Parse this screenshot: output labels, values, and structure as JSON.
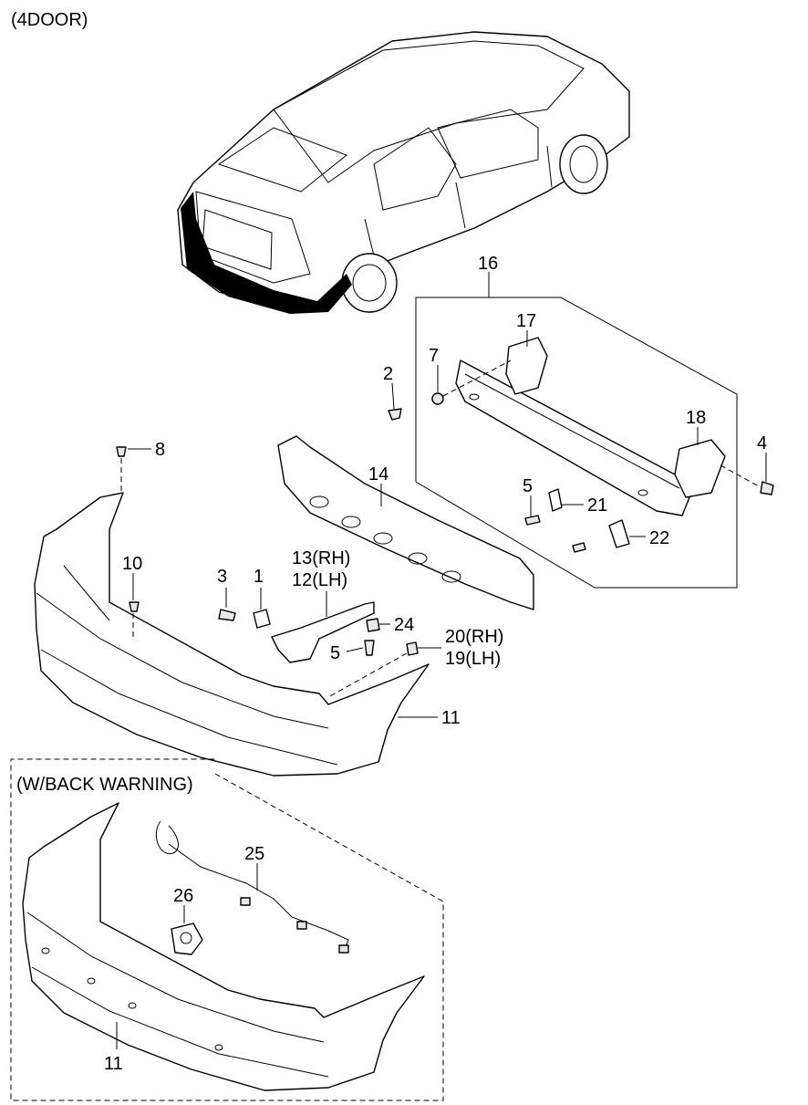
{
  "header": {
    "variant": "(4DOOR)"
  },
  "callouts": {
    "c1": "1",
    "c2": "2",
    "c3": "3",
    "c4": "4",
    "c5a": "5",
    "c5b": "5",
    "c7": "7",
    "c8": "8",
    "c10": "10",
    "c11a": "11",
    "c11b": "11",
    "c13": "13(RH)",
    "c12": "12(LH)",
    "c14": "14",
    "c16": "16",
    "c17": "17",
    "c18": "18",
    "c20": "20(RH)",
    "c19": "19(LH)",
    "c21": "21",
    "c22": "22",
    "c24": "24",
    "c25": "25",
    "c26": "26"
  },
  "option_box": {
    "title": "(W/BACK  WARNING)"
  }
}
